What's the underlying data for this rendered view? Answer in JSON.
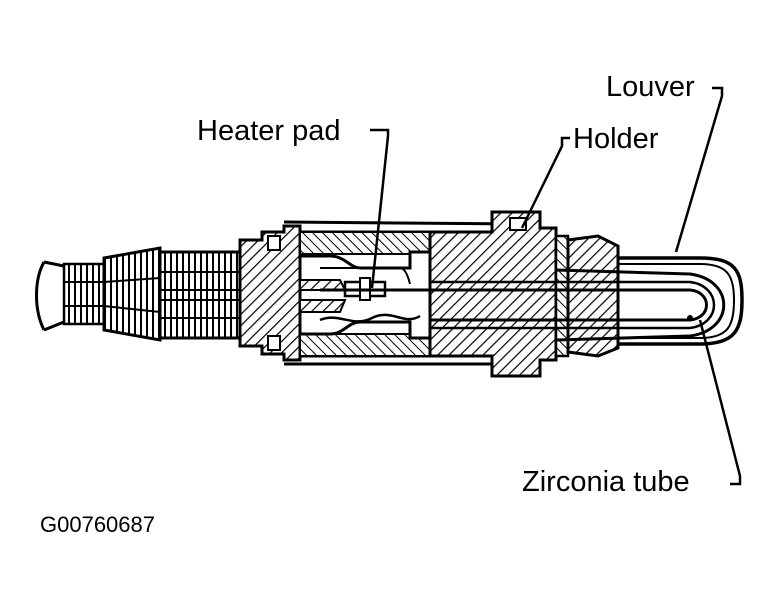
{
  "diagram": {
    "labels": {
      "louver": "Louver",
      "heater_pad": "Heater pad",
      "holder": "Holder",
      "zirconia_tube": "Zirconia tube"
    },
    "figure_code": "G00760687",
    "colors": {
      "ink": "#000000",
      "paper": "#ffffff"
    }
  }
}
